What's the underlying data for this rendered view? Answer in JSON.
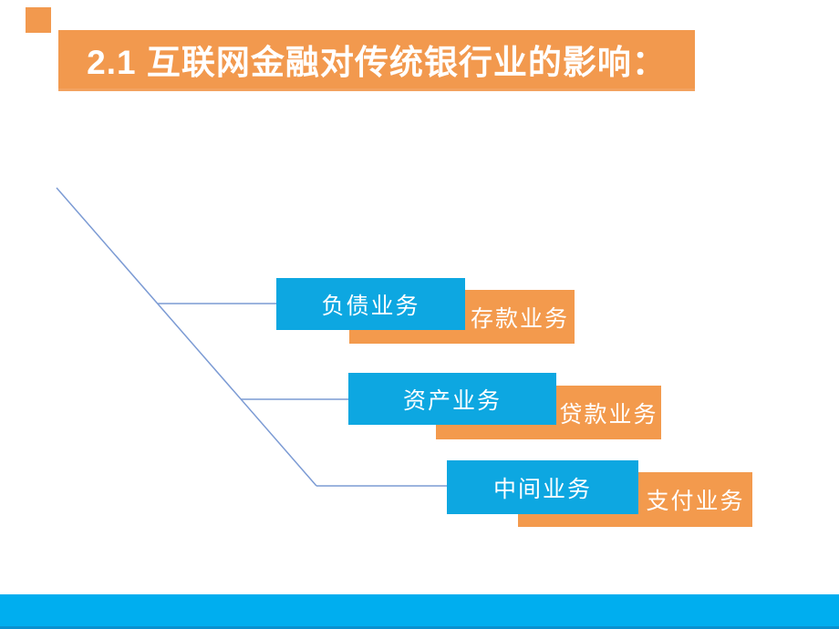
{
  "slide": {
    "title": "2.1  互联网金融对传统银行业的影响：",
    "colors": {
      "accent_orange": "#F2994E",
      "box_orange": "#F39A4D",
      "box_blue": "#0DA7E1",
      "footer_cyan": "#00AEEF",
      "connector_blue": "#7C9BD4",
      "text_white": "#FFFFFF"
    },
    "diagram": {
      "rows": [
        {
          "primary_label": "负债业务",
          "secondary_label": "存款业务"
        },
        {
          "primary_label": "资产业务",
          "secondary_label": "贷款业务"
        },
        {
          "primary_label": "中间业务",
          "secondary_label": "支付业务"
        }
      ]
    }
  }
}
